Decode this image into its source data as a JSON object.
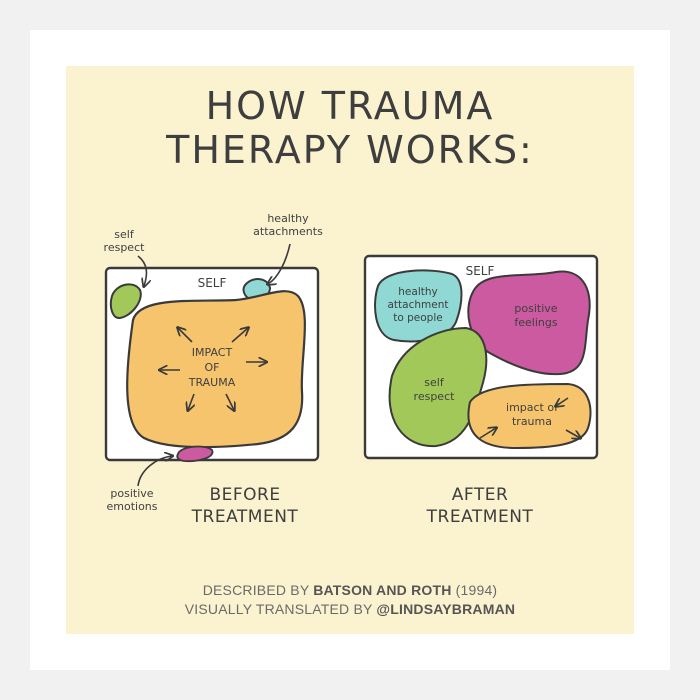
{
  "title": {
    "line1": "HOW TRAUMA",
    "line2": "THERAPY WORKS:"
  },
  "before": {
    "caption_line1": "BEFORE",
    "caption_line2": "TREATMENT",
    "self_label": "SELF",
    "center_label": [
      "IMPACT",
      "OF",
      "TRAUMA"
    ],
    "annotations": {
      "self_respect": [
        "self",
        "respect"
      ],
      "healthy_attachments": [
        "healthy",
        "attachments"
      ],
      "positive_emotions": [
        "positive",
        "emotions"
      ]
    }
  },
  "after": {
    "caption_line1": "AFTER",
    "caption_line2": "TREATMENT",
    "self_label": "SELF",
    "regions": {
      "healthy_attachment": [
        "healthy",
        "attachment",
        "to people"
      ],
      "positive_feelings": [
        "positive",
        "feelings"
      ],
      "self_respect": [
        "self",
        "respect"
      ],
      "impact_of_trauma": [
        "impact of",
        "trauma"
      ]
    }
  },
  "credit": {
    "line1_prefix": "DESCRIBED BY ",
    "line1_authors": "BATSON AND ROTH",
    "line1_suffix": " (1994)",
    "line2_prefix": "VISUALLY TRANSLATED BY ",
    "line2_handle": "@LINDSAYBRAMAN"
  },
  "colors": {
    "background": "#fbf3cf",
    "green": "#a3c85a",
    "teal": "#8fd8d4",
    "orange": "#f6c46d",
    "magenta": "#cc5aa0",
    "outline": "#3a3a3a"
  }
}
